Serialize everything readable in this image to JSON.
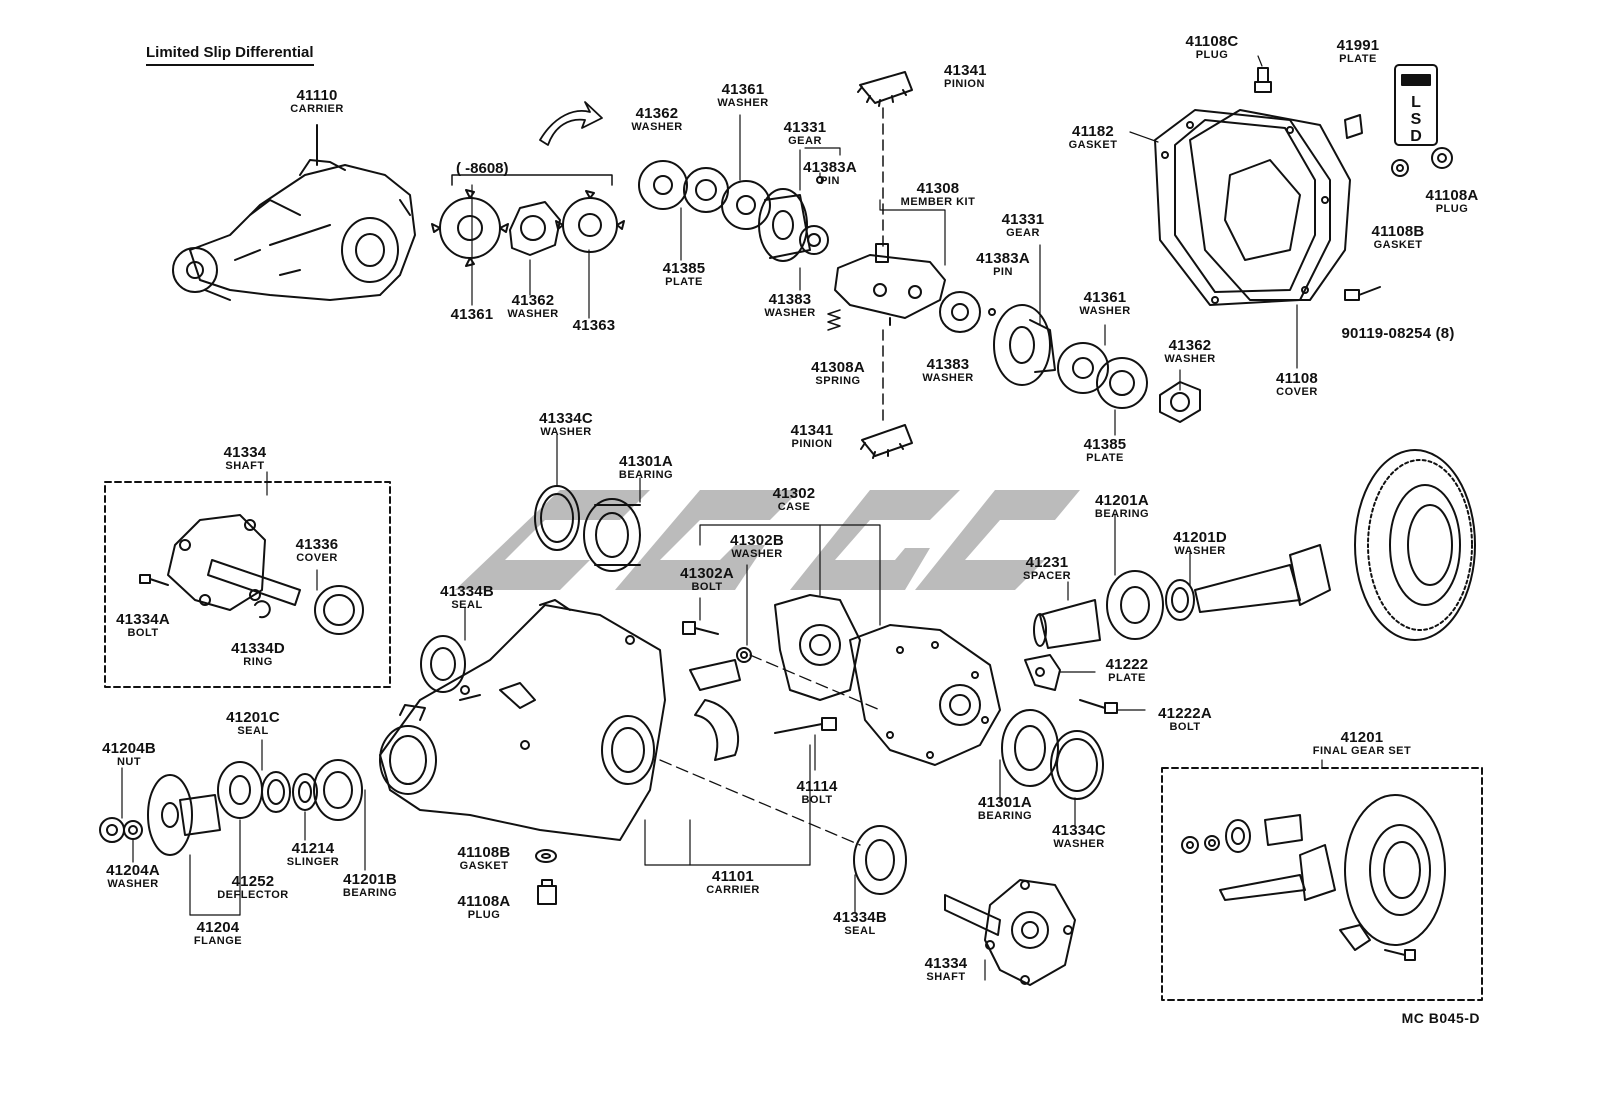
{
  "title": "Limited Slip Differential",
  "catalog_code": "MC B045-D",
  "bracket_note": "(        -8608)",
  "watermark_color": "#b0b0b0",
  "parts": {
    "p41110": {
      "no": "41110",
      "name": "CARRIER"
    },
    "p41362_top": {
      "no": "41362",
      "name": "WASHER"
    },
    "p41361_top": {
      "no": "41361",
      "name": "WASHER"
    },
    "p41331_top": {
      "no": "41331",
      "name": "GEAR"
    },
    "p41383A_top": {
      "no": "41383A",
      "name": "PIN"
    },
    "p41341_top": {
      "no": "41341",
      "name": "PINION"
    },
    "p41108C": {
      "no": "41108C",
      "name": "PLUG"
    },
    "p41991": {
      "no": "41991",
      "name": "PLATE"
    },
    "p41182": {
      "no": "41182",
      "name": "GASKET"
    },
    "p41108A_r": {
      "no": "41108A",
      "name": "PLUG"
    },
    "p41108B_r": {
      "no": "41108B",
      "name": "GASKET"
    },
    "p90119": {
      "no": "90119-08254 (8)",
      "name": ""
    },
    "p41108": {
      "no": "41108",
      "name": "COVER"
    },
    "p41361_a": {
      "no": "41361",
      "name": ""
    },
    "p41362_a": {
      "no": "41362",
      "name": "WASHER"
    },
    "p41363": {
      "no": "41363",
      "name": ""
    },
    "p41385_l": {
      "no": "41385",
      "name": "PLATE"
    },
    "p41383_l": {
      "no": "41383",
      "name": "WASHER"
    },
    "p41308": {
      "no": "41308",
      "name": "MEMBER KIT"
    },
    "p41308A": {
      "no": "41308A",
      "name": "SPRING"
    },
    "p41383_m": {
      "no": "41383",
      "name": "WASHER"
    },
    "p41331_r": {
      "no": "41331",
      "name": "GEAR"
    },
    "p41383A_r": {
      "no": "41383A",
      "name": "PIN"
    },
    "p41361_r": {
      "no": "41361",
      "name": "WASHER"
    },
    "p41362_r": {
      "no": "41362",
      "name": "WASHER"
    },
    "p41385_r": {
      "no": "41385",
      "name": "PLATE"
    },
    "p41341_m": {
      "no": "41341",
      "name": "PINION"
    },
    "p41334": {
      "no": "41334",
      "name": "SHAFT"
    },
    "p41336": {
      "no": "41336",
      "name": "COVER"
    },
    "p41334A": {
      "no": "41334A",
      "name": "BOLT"
    },
    "p41334D": {
      "no": "41334D",
      "name": "RING"
    },
    "p41334C_t": {
      "no": "41334C",
      "name": "WASHER"
    },
    "p41301A_t": {
      "no": "41301A",
      "name": "BEARING"
    },
    "p41302": {
      "no": "41302",
      "name": "CASE"
    },
    "p41302B": {
      "no": "41302B",
      "name": "WASHER"
    },
    "p41302A": {
      "no": "41302A",
      "name": "BOLT"
    },
    "p41334B_t": {
      "no": "41334B",
      "name": "SEAL"
    },
    "p41201A": {
      "no": "41201A",
      "name": "BEARING"
    },
    "p41201D": {
      "no": "41201D",
      "name": "WASHER"
    },
    "p41231": {
      "no": "41231",
      "name": "SPACER"
    },
    "p41222": {
      "no": "41222",
      "name": "PLATE"
    },
    "p41222A": {
      "no": "41222A",
      "name": "BOLT"
    },
    "p41201": {
      "no": "41201",
      "name": "FINAL GEAR SET"
    },
    "p41201C": {
      "no": "41201C",
      "name": "SEAL"
    },
    "p41204B": {
      "no": "41204B",
      "name": "NUT"
    },
    "p41204A": {
      "no": "41204A",
      "name": "WASHER"
    },
    "p41214": {
      "no": "41214",
      "name": "SLINGER"
    },
    "p41201B": {
      "no": "41201B",
      "name": "BEARING"
    },
    "p41252": {
      "no": "41252",
      "name": "DEFLECTOR"
    },
    "p41204": {
      "no": "41204",
      "name": "FLANGE"
    },
    "p41114": {
      "no": "41114",
      "name": "BOLT"
    },
    "p41301A_b": {
      "no": "41301A",
      "name": "BEARING"
    },
    "p41334C_b": {
      "no": "41334C",
      "name": "WASHER"
    },
    "p41108B_b": {
      "no": "41108B",
      "name": "GASKET"
    },
    "p41108A_b": {
      "no": "41108A",
      "name": "PLUG"
    },
    "p41101": {
      "no": "41101",
      "name": "CARRIER"
    },
    "p41334B_b": {
      "no": "41334B",
      "name": "SEAL"
    },
    "p41334_b": {
      "no": "41334",
      "name": "SHAFT"
    }
  }
}
